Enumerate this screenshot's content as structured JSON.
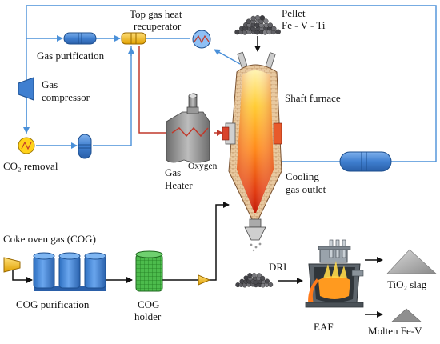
{
  "labels": {
    "top_gas_heat": "Top gas heat",
    "recuperator": "recuperator",
    "pellet": "Pellet",
    "pellet_formula": "Fe - V - Ti",
    "gas_purification": "Gas purification",
    "gas": "Gas",
    "compressor": "compressor",
    "shaft_furnace": "Shaft furnace",
    "co2_removal": "CO₂ removal",
    "gas_heater_1": "Gas",
    "gas_heater_2": "Heater",
    "oxygen": "Oxygen",
    "cooling_1": "Cooling",
    "cooling_2": "gas outlet",
    "cog_source": "Coke oven gas (COG)",
    "cog_purification": "COG purification",
    "cog_holder_1": "COG",
    "cog_holder_2": "holder",
    "dri": "DRI",
    "eaf": "EAF",
    "tio2_slag": "TiO₂ slag",
    "molten_fev": "Molten Fe-V"
  },
  "colors": {
    "gas_line": "#4a90d9",
    "hot_gas_line": "#c0392b",
    "oxygen_line": "#3a9a3a",
    "cog_line": "#111111",
    "vessel_blue": "#3f7fd0",
    "cog_tank": "#3b84d9",
    "holder_green": "#3fae3f",
    "valve_yellow": "#f2b400"
  },
  "icons": [
    "compressor-icon",
    "heat-exchanger-icon",
    "pellet-pile-icon",
    "dri-pile-icon",
    "eaf-icon",
    "valve-icon"
  ]
}
